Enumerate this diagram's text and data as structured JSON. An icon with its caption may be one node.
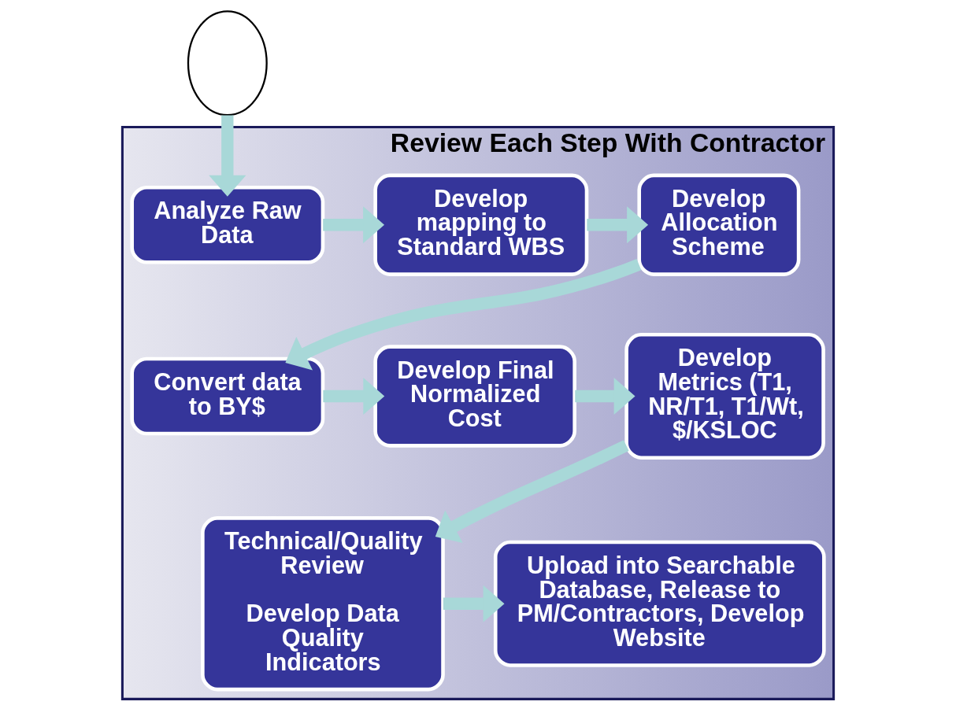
{
  "diagram": {
    "nodes": [
      {
        "text": [
          "Review Each Step With Contractor"
        ]
      },
      {
        "text": [],
        "shape": "cloud"
      },
      {
        "text": [
          "Analyze Raw Data"
        ],
        "in": 0
      },
      {
        "text": [
          "Develop mapping to Standard WBS"
        ],
        "in": 0
      },
      {
        "text": [
          "Develop Allocation Scheme"
        ],
        "in": 0
      },
      {
        "text": [
          "Convert data to BY$"
        ],
        "in": 0
      },
      {
        "text": [
          "Develop Final Normalized Cost"
        ],
        "in": 0
      },
      {
        "text": [
          "Develop Metrics (T1, NR/T1, T1/Wt, $/KSLOC"
        ],
        "in": 0
      },
      {
        "text": [
          "Technical/Quality Review",
          "Develop Data Quality Indicators"
        ],
        "in": 0
      },
      {
        "text": [
          "Upload into Searchable Database, Release to PM/Contractors, Develop Website"
        ],
        "in": 0
      }
    ],
    "edges": [
      {
        "from": 1,
        "to": 2,
        "arrow": "to"
      },
      {
        "from": 2,
        "to": 3,
        "arrow": "to"
      },
      {
        "from": 3,
        "to": 4,
        "arrow": "to"
      },
      {
        "from": 4,
        "to": 5,
        "arrow": "to"
      },
      {
        "from": 5,
        "to": 6,
        "arrow": "to"
      },
      {
        "from": 6,
        "to": 7,
        "arrow": "to"
      },
      {
        "from": 7,
        "to": 8,
        "arrow": "to"
      },
      {
        "from": 8,
        "to": 9,
        "arrow": "to"
      }
    ]
  }
}
